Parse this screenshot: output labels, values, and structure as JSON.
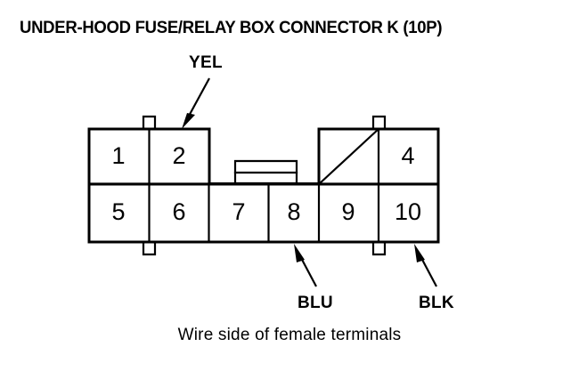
{
  "title": "UNDER-HOOD FUSE/RELAY BOX CONNECTOR K (10P)",
  "caption": "Wire side of female terminals",
  "connector": {
    "name": "CONNECTOR K",
    "pin_count": "10P",
    "top_row": [
      {
        "number": "1",
        "blocked": false
      },
      {
        "number": "2",
        "blocked": false
      },
      {
        "number": "",
        "blocked": true
      },
      {
        "number": "4",
        "blocked": false
      }
    ],
    "bottom_row": [
      {
        "number": "5",
        "blocked": false
      },
      {
        "number": "6",
        "blocked": false
      },
      {
        "number": "7",
        "blocked": false
      },
      {
        "number": "8",
        "blocked": false
      },
      {
        "number": "9",
        "blocked": false
      },
      {
        "number": "10",
        "blocked": false
      }
    ]
  },
  "callouts": [
    {
      "id": "yel",
      "label": "YEL",
      "target_pin": "2"
    },
    {
      "id": "blu",
      "label": "BLU",
      "target_pin": "8"
    },
    {
      "id": "blk",
      "label": "BLK",
      "target_pin": "10"
    }
  ],
  "colors": {
    "ink": "#000000",
    "background": "#ffffff"
  }
}
